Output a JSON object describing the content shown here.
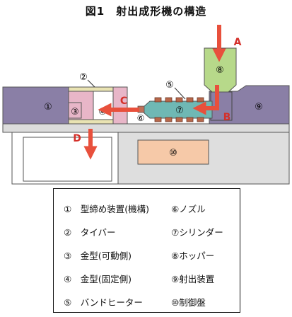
{
  "title": "図1　射出成形機の構造",
  "diagram": {
    "markers": {
      "m1": "①",
      "m2": "②",
      "m3": "③",
      "m4": "④",
      "m5": "⑤",
      "m6": "⑥",
      "m7": "⑦",
      "m8": "⑧",
      "m9": "⑨",
      "m10": "⑩"
    },
    "arrows": {
      "a": "A",
      "b": "B",
      "c": "C",
      "d": "D"
    },
    "colors": {
      "clamp_unit": "#8a7fa6",
      "tie_bar": "#e9e3b2",
      "mold": "#e8b6c8",
      "cylinder": "#6fb8b4",
      "band_heater": "#b8674a",
      "nozzle": "#c07058",
      "hopper": "#b7d98a",
      "injection_unit": "#8a7fa6",
      "control_panel": "#f6c9a8",
      "bed": "#d9d9d9",
      "arrow": "#e8503c",
      "arrow_label": "#d4302a"
    }
  },
  "legend": {
    "items": [
      "①　型締め装置(機構)",
      "②　タイバー",
      "③　金型(可動側)",
      "④　金型(固定側)",
      "⑤　バンドヒーター",
      "⑥ノズル",
      "⑦シリンダー",
      "⑧ホッパー",
      "⑨射出装置",
      "⑩制御盤"
    ]
  }
}
